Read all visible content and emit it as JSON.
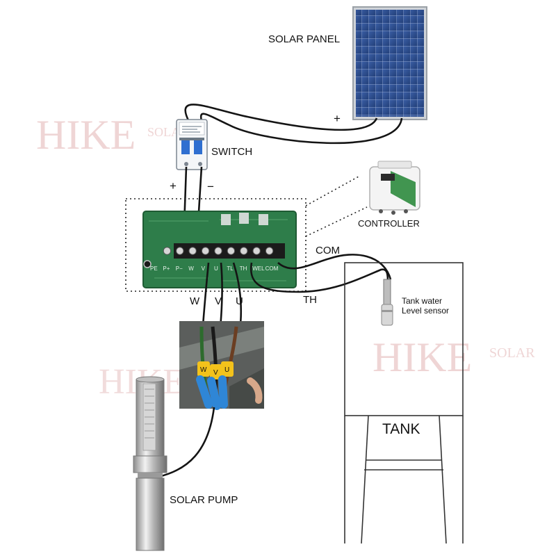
{
  "labels": {
    "solar_panel": "SOLAR PANEL",
    "panel_plus": "+",
    "switch": "SWITCH",
    "switch_plus": "+",
    "switch_minus": "−",
    "controller": "CONTROLLER",
    "com": "COM",
    "th": "TH",
    "w": "W",
    "v": "V",
    "u": "U",
    "sensor_line1": "Tank water",
    "sensor_line2": "Level sensor",
    "tank": "TANK",
    "solar_pump": "SOLAR PUMP"
  },
  "terminals": [
    "PE",
    "P+",
    "P−",
    "W",
    "V",
    "U",
    "TL",
    "TH",
    "WEL",
    "COM"
  ],
  "cable_tags": [
    "W",
    "V",
    "U"
  ],
  "watermark": {
    "brand": "HIKE",
    "suffix": "SOLAR",
    "color": "#d9a6a6"
  },
  "colors": {
    "board": "#2e7d4a",
    "wire": "#141414",
    "panel_cell": "#2f4f8f",
    "tank_stroke": "#333333"
  }
}
